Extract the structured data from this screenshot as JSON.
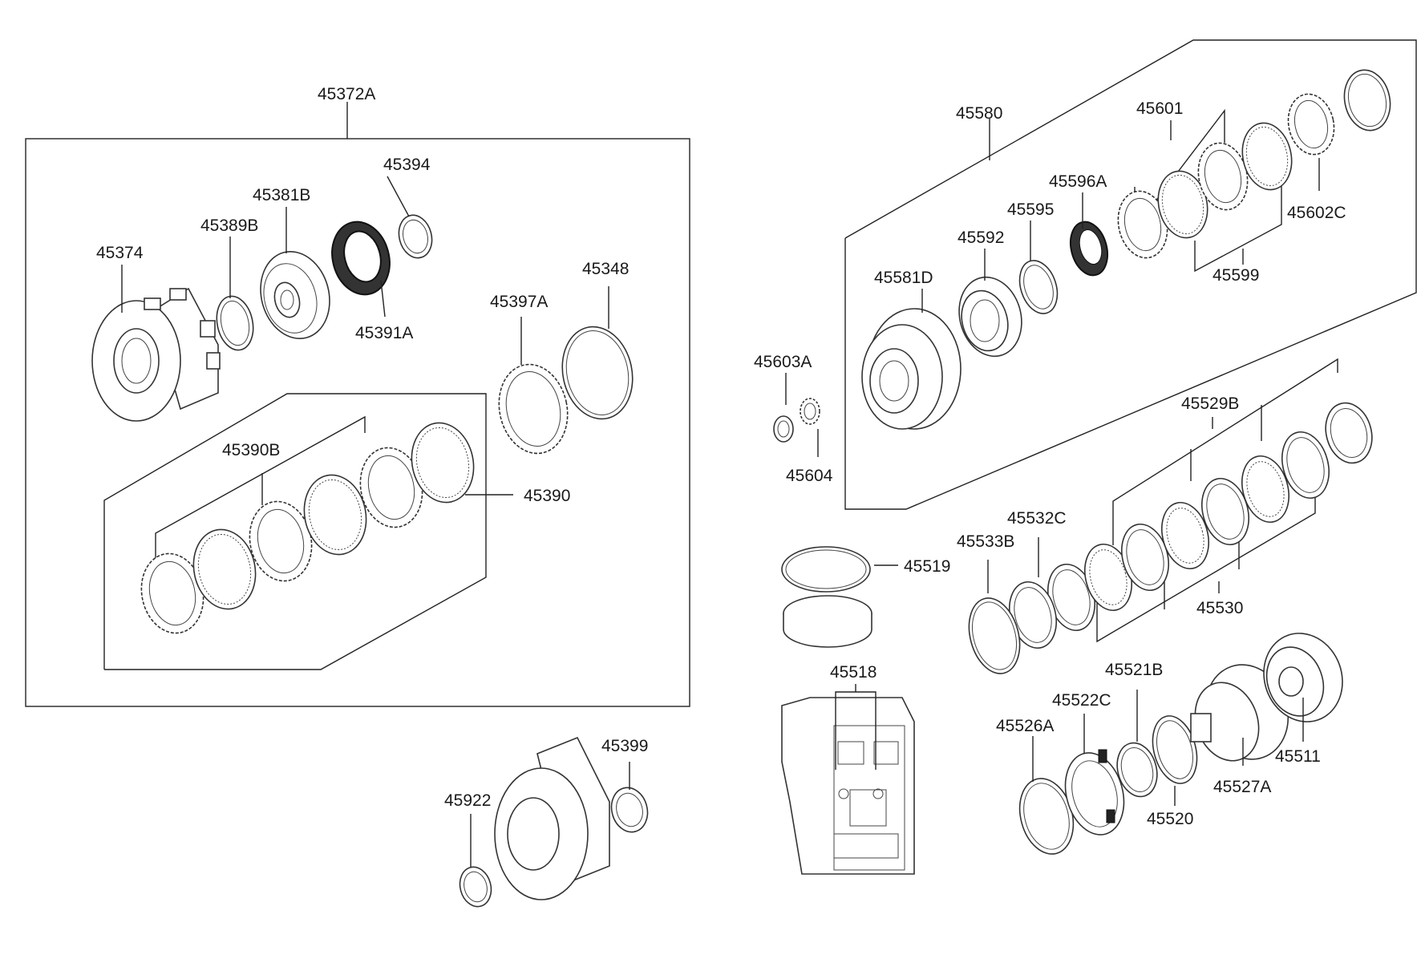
{
  "labels": {
    "p45372A": "45372A",
    "p45394": "45394",
    "p45381B": "45381B",
    "p45389B": "45389B",
    "p45374": "45374",
    "p45391A": "45391A",
    "p45348": "45348",
    "p45397A": "45397A",
    "p45390B": "45390B",
    "p45390": "45390",
    "p45399": "45399",
    "p45922": "45922",
    "p45580": "45580",
    "p45601": "45601",
    "p45596A": "45596A",
    "p45595": "45595",
    "p45592": "45592",
    "p45581D": "45581D",
    "p45602C": "45602C",
    "p45599": "45599",
    "p45603A": "45603A",
    "p45604": "45604",
    "p45529B": "45529B",
    "p45532C": "45532C",
    "p45533B": "45533B",
    "p45519": "45519",
    "p45530": "45530",
    "p45518": "45518",
    "p45521B": "45521B",
    "p45522C": "45522C",
    "p45526A": "45526A",
    "p45511": "45511",
    "p45527A": "45527A",
    "p45520": "45520"
  }
}
